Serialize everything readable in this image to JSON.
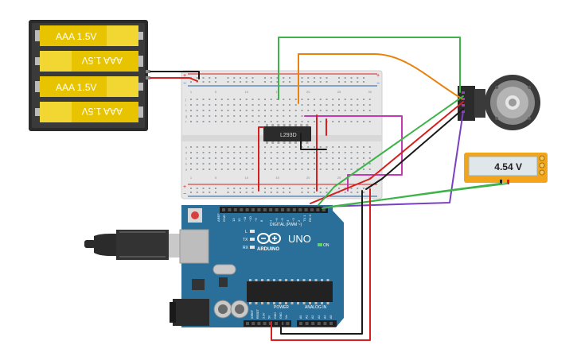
{
  "battery_pack": {
    "cells": [
      {
        "label": "AAA 1.5V",
        "flipped": false
      },
      {
        "label": "AAA 1.5V",
        "flipped": true
      },
      {
        "label": "AAA 1.5V",
        "flipped": false
      },
      {
        "label": "AAA 1.5V",
        "flipped": true
      }
    ]
  },
  "motor_driver": {
    "label": "L293D"
  },
  "breadboard": {
    "rail_plus": "+",
    "rail_minus": "−",
    "column_numbers": [
      "1",
      "5",
      "10",
      "15",
      "20",
      "25",
      "30"
    ],
    "row_letters_top": [
      "j",
      "i",
      "h",
      "g",
      "f"
    ],
    "row_letters_bottom": [
      "e",
      "d",
      "c",
      "b",
      "a"
    ]
  },
  "multimeter": {
    "reading": "4.54 V"
  },
  "arduino": {
    "brand": "ARDUINO",
    "model": "UNO",
    "reset_label": "RESET",
    "digital_label": "DIGITAL (PWM ~)",
    "power_label": "POWER",
    "analog_label": "ANALOG IN",
    "on_label": "ON",
    "l_label": "L",
    "tx_label": "TX",
    "rx_label": "RX",
    "aref_label": "AREF",
    "gnd_label": "GND",
    "digital_pins": [
      "13",
      "12",
      "~11",
      "~10",
      "~9",
      "8",
      "7",
      "~6",
      "~5",
      "4",
      "~3",
      "2",
      "TX 1",
      "RX 0"
    ],
    "power_pins": [
      "IOREF",
      "RESET",
      "3.3V",
      "5V",
      "GND",
      "GND",
      "Vin"
    ],
    "analog_pins": [
      "A0",
      "A1",
      "A2",
      "A3",
      "A4",
      "A5"
    ]
  },
  "colors": {
    "battery_yellow": "#e8c400",
    "battery_case": "#2b2b2b",
    "arduino_blue": "#2a6f99",
    "wire_red": "#d62020",
    "wire_black": "#1a1a1a",
    "wire_green": "#3db34a",
    "wire_orange": "#e8820c",
    "wire_purple": "#7a3fc2",
    "wire_magenta": "#c23bb5",
    "multimeter_orange": "#f2a51a"
  }
}
